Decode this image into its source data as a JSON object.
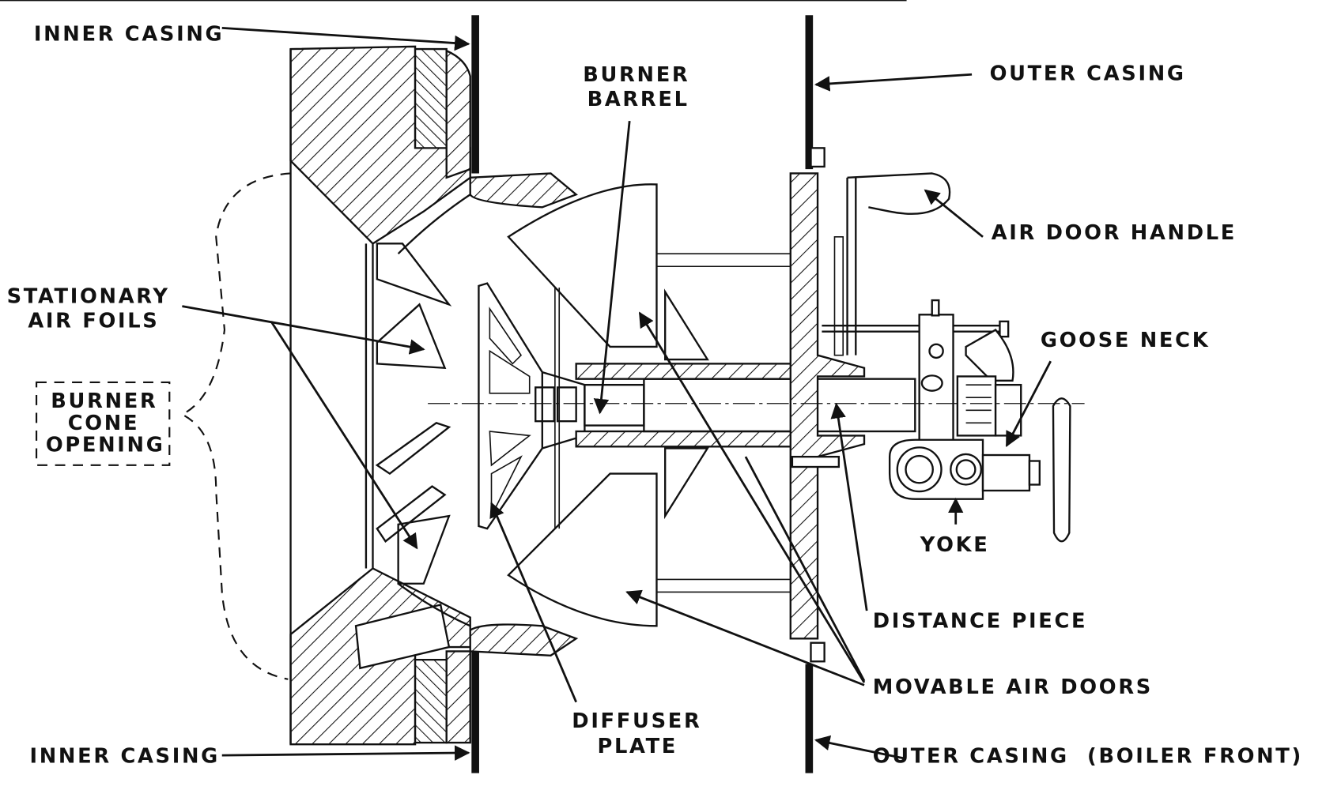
{
  "figure": {
    "title": "Burner assembly cross-section",
    "colors": {
      "ink": "#111111",
      "paper": "#ffffff"
    }
  },
  "labels": {
    "inner_casing_top": "INNER CASING",
    "inner_casing_bottom": "INNER CASING",
    "outer_casing": "OUTER CASING",
    "outer_casing_boiler_front": "OUTER CASING  (BOILER FRONT)",
    "burner_barrel_line1": "BURNER",
    "burner_barrel_line2": "BARREL",
    "air_door_handle": "AIR DOOR HANDLE",
    "stationary_air_foils_line1": "STATIONARY",
    "stationary_air_foils_line2": "AIR FOILS",
    "burner_cone_opening_line1": "BURNER",
    "burner_cone_opening_line2": "CONE",
    "burner_cone_opening_line3": "OPENING",
    "goose_neck": "GOOSE NECK",
    "yoke": "YOKE",
    "distance_piece": "DISTANCE PIECE",
    "movable_air_doors": "MOVABLE AIR DOORS",
    "diffuser_plate_line1": "DIFFUSER",
    "diffuser_plate_line2": "PLATE"
  }
}
